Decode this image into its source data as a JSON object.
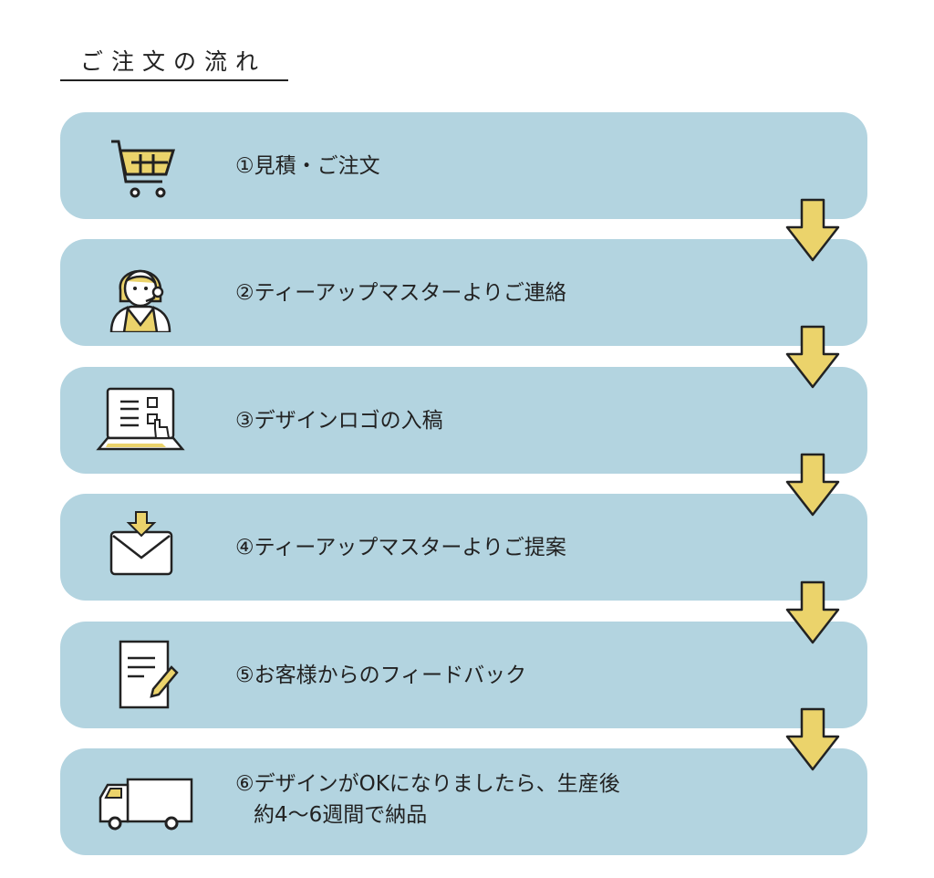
{
  "title": "ご注文の流れ",
  "colors": {
    "box": "#b3d4e0",
    "accent": "#ebd36b",
    "line": "#222222"
  },
  "steps": [
    {
      "label": "①見積・ご注文",
      "icon": "shopping-cart-icon"
    },
    {
      "label": "②ティーアップマスターよりご連絡",
      "icon": "operator-icon"
    },
    {
      "label": "③デザインロゴの入稿",
      "icon": "laptop-checklist-icon"
    },
    {
      "label": "④ティーアップマスターよりご提案",
      "icon": "mail-download-icon"
    },
    {
      "label": "⑤お客様からのフィードバック",
      "icon": "document-pencil-icon"
    },
    {
      "label": "⑥デザインがOKになりましたら、生産後",
      "label2": "約4〜6週間で納品",
      "icon": "delivery-truck-icon"
    }
  ]
}
